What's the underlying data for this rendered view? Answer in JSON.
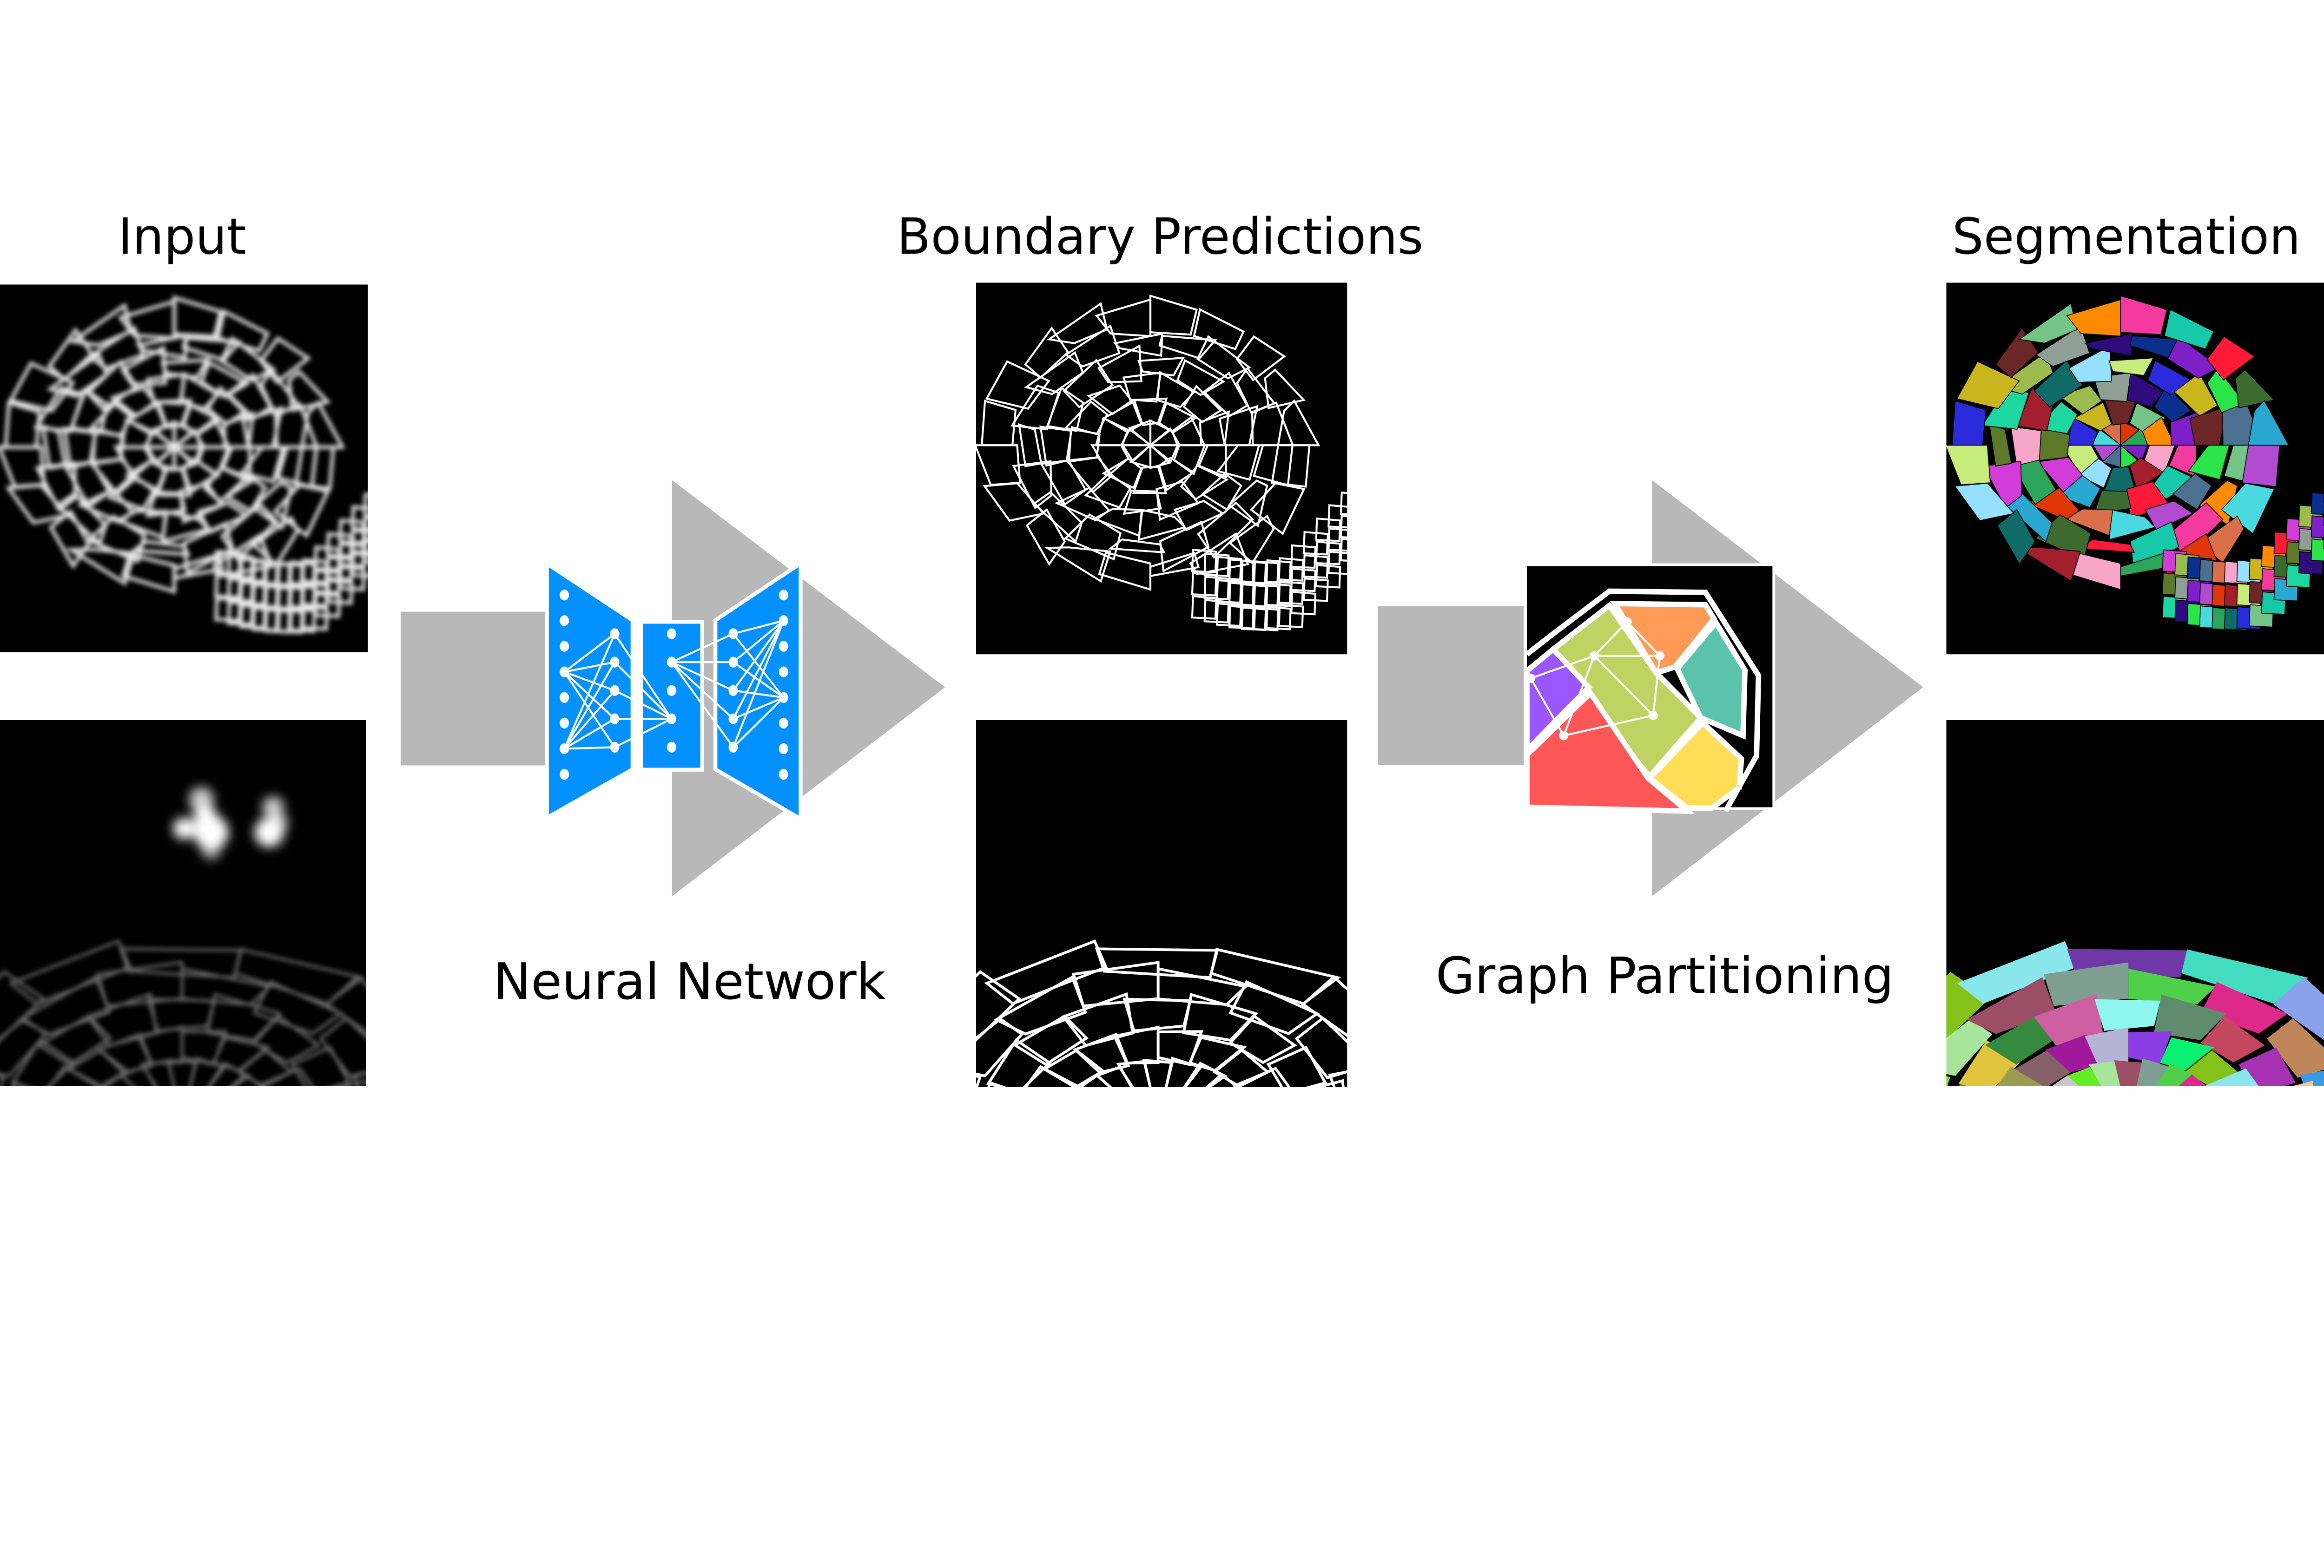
{
  "figure": {
    "description": "Pipeline: Input microscopy images -> Neural Network -> Boundary Predictions -> Graph Partitioning -> Segmentation"
  },
  "stages": {
    "input": {
      "title": "Input",
      "panels": [
        {
          "kind": "grayscale-microscopy",
          "appearance": "bright cell-membrane network, spiral tissue"
        },
        {
          "kind": "grayscale-microscopy",
          "appearance": "dim membranes with bright nuclei, dome-shaped tissue"
        }
      ]
    },
    "neural_network": {
      "label": "Neural Network",
      "icon": "encoder-decoder-network-icon",
      "colors": {
        "block": "#0291ff",
        "node": "#ffffff",
        "arrow": "#b8b8b8"
      },
      "layers": {
        "encoder_nodes": 8,
        "hidden1_nodes": 5,
        "bottleneck_nodes": 5,
        "hidden2_nodes": 5,
        "decoder_nodes": 8
      }
    },
    "boundary_predictions": {
      "title": "Boundary Predictions",
      "panels": [
        {
          "kind": "boundary-map",
          "appearance": "white cell boundaries on black, spiral tissue"
        },
        {
          "kind": "boundary-map",
          "appearance": "binary white cell boundaries on black, dome tissue"
        }
      ]
    },
    "graph_partitioning": {
      "label": "Graph Partitioning",
      "icon": "graph-partition-icon",
      "regions": [
        {
          "name": "orange",
          "color": "#ff9a57"
        },
        {
          "name": "olive-green",
          "color": "#bfd362"
        },
        {
          "name": "teal",
          "color": "#5bc2ab"
        },
        {
          "name": "purple",
          "color": "#9a57ff"
        },
        {
          "name": "red",
          "color": "#ff5757"
        },
        {
          "name": "yellow",
          "color": "#ffdd57"
        }
      ]
    },
    "segmentation": {
      "title": "Segmentation",
      "panels": [
        {
          "kind": "instance-segmentation",
          "appearance": "randomly colored cell instances, spiral tissue"
        },
        {
          "kind": "instance-segmentation",
          "appearance": "randomly colored cell instances, dome tissue"
        }
      ]
    }
  }
}
